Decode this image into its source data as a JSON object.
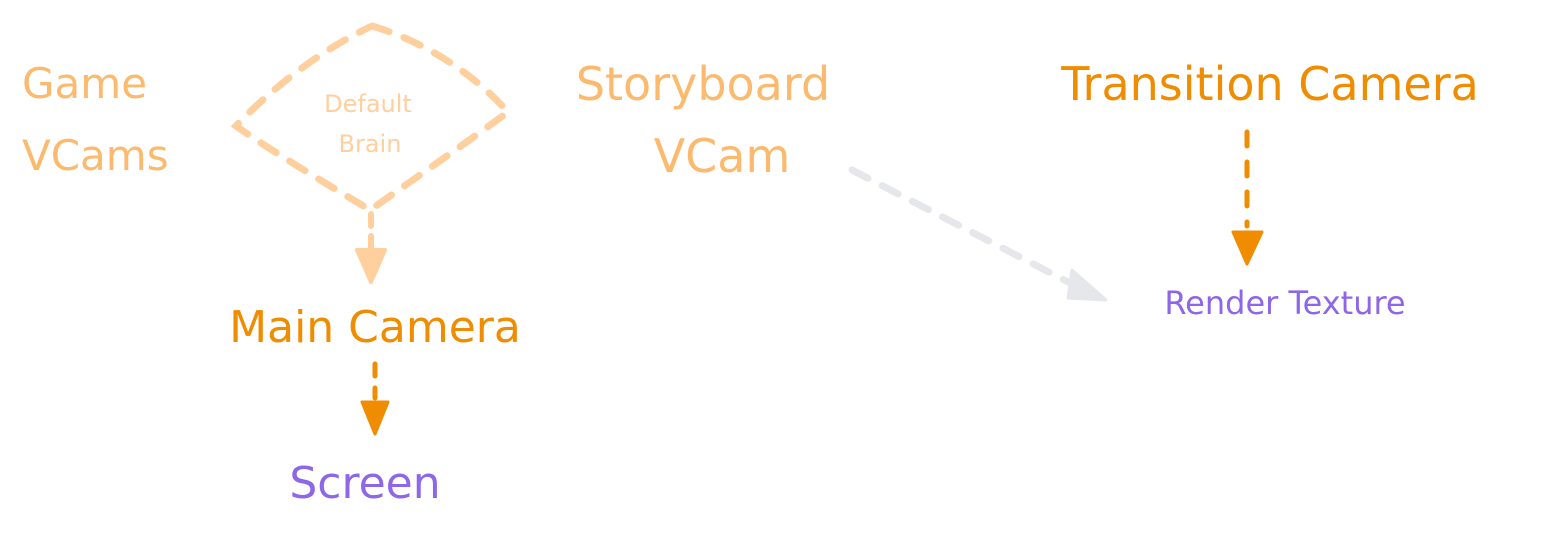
{
  "colors": {
    "orange": "#F08C00",
    "orange_light": "#FBBA6E",
    "faded": "#FFCF9E",
    "purple": "#8E66E8",
    "gray": "#E5E7EB"
  },
  "nodes": {
    "game_vcams": {
      "line1": "Game",
      "line2": "VCams"
    },
    "default_brain": {
      "line1": "Default",
      "line2": "Brain"
    },
    "storyboard_vcam": {
      "line1": "Storyboard",
      "line2": "VCam"
    },
    "transition_camera": {
      "label": "Transition Camera"
    },
    "main_camera": {
      "label": "Main Camera"
    },
    "screen": {
      "label": "Screen"
    },
    "render_texture": {
      "label": "Render Texture"
    }
  }
}
